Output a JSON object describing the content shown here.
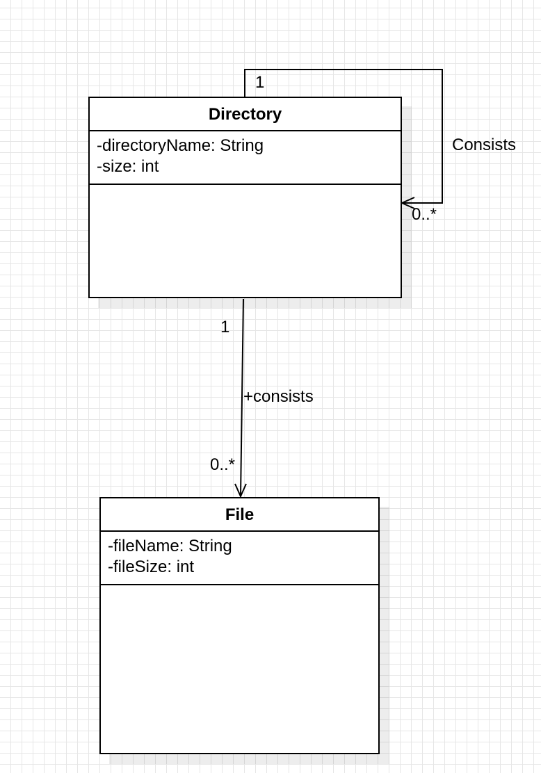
{
  "classes": {
    "directory": {
      "name": "Directory",
      "attributes": [
        "-directoryName: String",
        "-size: int"
      ]
    },
    "file": {
      "name": "File",
      "attributes": [
        "-fileName: String",
        "-fileSize: int"
      ]
    }
  },
  "associations": {
    "self": {
      "label": "Consists",
      "source_multiplicity": "1",
      "target_multiplicity": "0..*"
    },
    "dir_file": {
      "label": "+consists",
      "source_multiplicity": "1",
      "target_multiplicity": "0..*"
    }
  }
}
